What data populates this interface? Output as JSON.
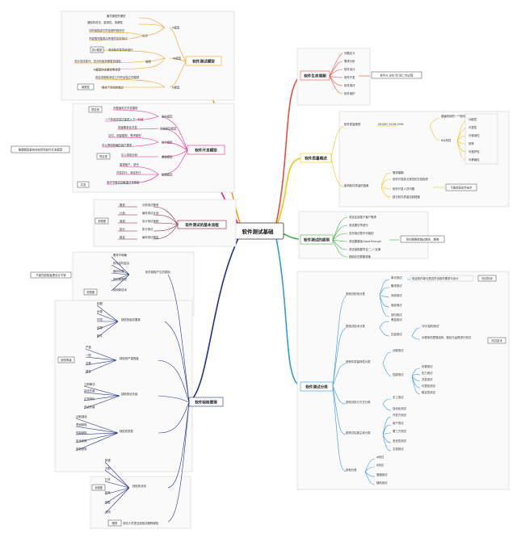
{
  "center": "软件测试基础",
  "colors": {
    "orange": "#f39c12",
    "pink": "#e91e8c",
    "darkred": "#8b1a3a",
    "navy": "#1f2f8f",
    "red": "#e74c3c",
    "yellow": "#f1c40f",
    "green": "#3cb043",
    "blue": "#3498db"
  },
  "branches": {
    "model": {
      "title": "软件测试模型",
      "v": {
        "label": "V模型",
        "items": [
          "最先模型的雏形",
          "通俗的说法、能用性、依赖性"
        ],
        "good": "优点",
        "bad": [
          "分阶段描述它的全部时段测试",
          "不能很完整表示所有的实际测试"
        ]
      },
      "w": {
        "label": "W模型",
        "tag": "双V模型",
        "items": [
          "测试和开发同步进行",
          "充分支持迭代、充分利用资源更多缺陷"
        ],
        "bad": "局限",
        "note": "H模型的主要优势体现"
      },
      "h": {
        "label": "H模型",
        "tag": "局限性",
        "items": [
          "测试流程和测试工作完全独立的模型",
          "强化了测试的独立"
        ]
      }
    },
    "dev": {
      "title": "软件开发模型",
      "tag_left": "敏捷模型最有效应用到软件开发模型",
      "waterfall": {
        "label": "瀑布模型",
        "tag": "项目型",
        "items": [
          "开展瀑布式开发模型",
          "一个阶段完成才能进入下一阶段"
        ]
      },
      "prototype": {
        "label": "快速原型模型",
        "items": [
          "快速需求化开发"
        ]
      },
      "iterative": {
        "label": "迭代模型",
        "items": [
          "交付、测量模型、需求模型",
          "可以得到明确的用户需求"
        ]
      },
      "spiral": {
        "label": "螺旋模型",
        "tag": "项目型",
        "items": [
          "引入风险分析"
        ]
      },
      "agile": {
        "label": "敏捷模型",
        "tag": "并发",
        "items": [
          "重视客户、迭代",
          "开发并行、测试先行",
          "双环节驱动的敏捷开发模型"
        ]
      }
    },
    "flow": {
      "title": "软件测试的基本流程",
      "tag": "流程图",
      "rows": [
        [
          "需求",
          "分析测试需求"
        ],
        [
          "计划",
          "编写测试计划"
        ],
        [
          "用例",
          "设计测试用例"
        ],
        [
          "执行",
          "执行测试"
        ],
        [
          "报告",
          "编写测试报告"
        ]
      ]
    },
    "bug": {
      "title": "软件缺陷管理",
      "intro": {
        "label": "软件缺陷产生的原因",
        "tag_left": "不能在缺陷管理设计不够",
        "tag": "流程图",
        "items": [
          "需求不明确",
          "软件结构复杂",
          "编码问题",
          "项目期限短",
          "使用新技术"
        ]
      },
      "attrs": {
        "label": "缺陷的组成要素",
        "items": [
          "标题",
          "步骤",
          "环境",
          "结果",
          "附件"
        ]
      },
      "severity": {
        "label": "缺陷的严重程度",
        "tag": "缺陷等级",
        "items": [
          "严重",
          "一般",
          "次要",
          "建议"
        ]
      },
      "priority": {
        "label": "缺陷的优先级",
        "items": [
          "立即解决",
          "高优先级",
          "正常排队",
          "低优先级"
        ]
      },
      "types": {
        "label": "缺陷的类型",
        "items": [
          "功能错误",
          "界面缺陷",
          "性能缺陷",
          "安全缺陷",
          "其他缺陷"
        ]
      },
      "states": {
        "label": "缺陷的状态",
        "tag": "流程图",
        "items": [
          "新建",
          "分配",
          "打开",
          "拒绝",
          "修复",
          "关闭"
        ]
      },
      "tracking": {
        "tag": "跟踪",
        "items": [
          "测试人员提交缺陷并跟踪缺陷"
        ]
      }
    },
    "life": {
      "title": "软件生命周期",
      "items": [
        "问题定义",
        "需求分析",
        "软件设计",
        "软件开发",
        "软件测试",
        "软件维护"
      ],
      "note": "软件从'出生'到'消亡'的过程"
    },
    "quality": {
      "title": "软件质量概述",
      "model": {
        "label": "软件质量模型",
        "standard": "ISO/IEC 9126:1991",
        "desc": "普遍采用的一个软件质量模型国际标准",
        "chars_label": "6大特性",
        "chars": [
          "功能性",
          "可靠性",
          "可使用性",
          "效率",
          "可维护性",
          "可移植性"
        ]
      },
      "measure": {
        "label": "影响软件质量的因素",
        "tag": "不能提高软件技术",
        "items": [
          "需求模糊",
          "软件开发缺乏规范的文档指导",
          "软件开发人员问题",
          "缺乏软件质量控制措施"
        ]
      }
    },
    "principle": {
      "title": "软件测试的原则",
      "note": "测试越晚就越过越多，越难",
      "items": [
        "测试应该基于客户需求",
        "测试要尽早进行",
        "穷尽测试是不可能的",
        "测试要避免Good Enough",
        "测试缺陷要符合'二八'定律",
        "缺陷存在群集现象"
      ]
    },
    "category": {
      "title": "软件测试分类",
      "stage": {
        "label": "按测试阶段分类",
        "items": [
          "单元测试",
          "集成测试",
          "系统测试",
          "验收测试",
          "回归测试"
        ],
        "desc": "验证软件单元是否符合软件需求与设计",
        "tag": "测试阶段"
      },
      "visible": {
        "label": "按测试技术分类",
        "items": [
          "黑盒测试",
          "白盒测试"
        ],
        "notes": [
          "又叫'结构测试'",
          "对程序的逻辑结构、路径与运算进行测试"
        ],
        "tag": "测试技术"
      },
      "quality": {
        "label": "按软件质量特性分类",
        "func": "功能测试",
        "perf": "性能测试",
        "perf_items": [
          "负载测试",
          "压力测试",
          "并发测试",
          "可靠性测试",
          "稳定性测试"
        ]
      },
      "execute": {
        "label": "按测试执行方式分类",
        "items": [
          "手工测试",
          "自动化测试"
        ]
      },
      "scope": {
        "label": "按测试实施主体分类",
        "items": [
          "开发方测试",
          "用户测试",
          "第三方测试",
          "安全性测试",
          "文档测试"
        ]
      },
      "other": {
        "label": "其他分类",
        "items": [
          "α测试",
          "β测试",
          "冒烟测试",
          "随机测试"
        ]
      }
    }
  }
}
